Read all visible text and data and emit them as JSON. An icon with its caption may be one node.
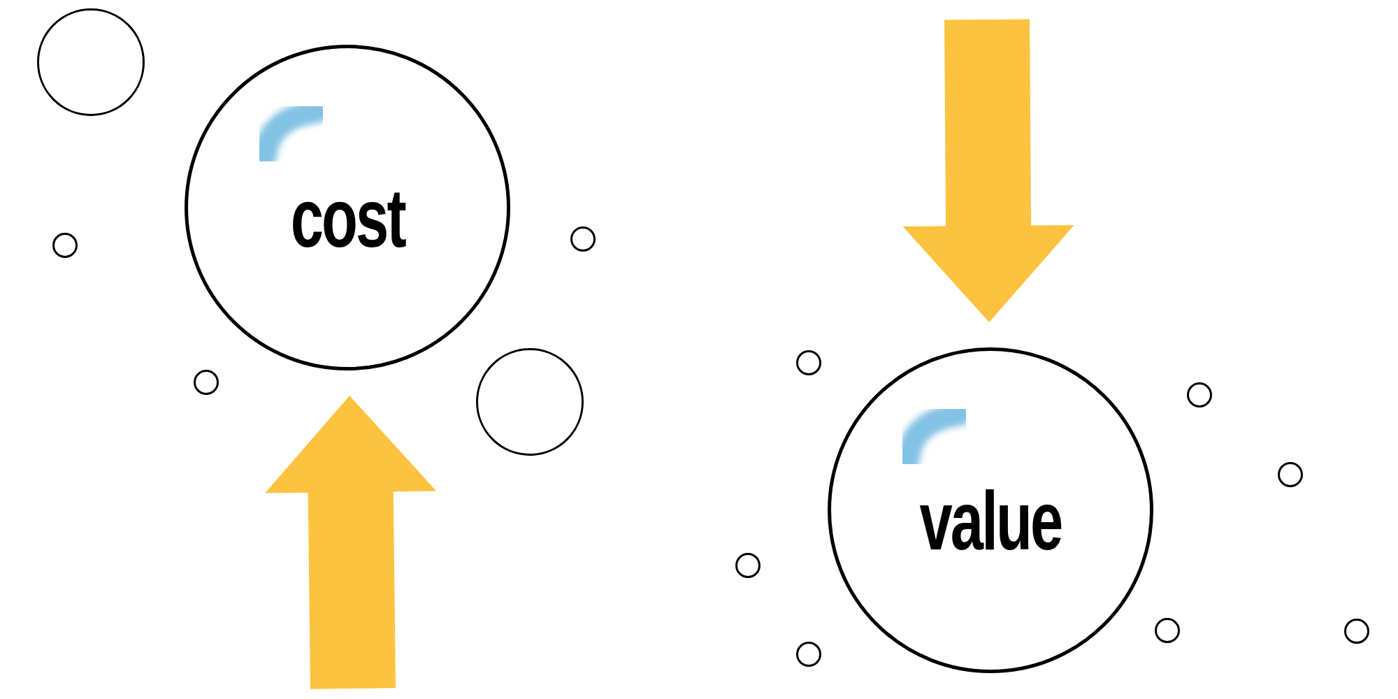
{
  "diagram": {
    "nodes": [
      {
        "text": [
          "cost"
        ]
      },
      {
        "text": [
          "value"
        ]
      },
      {
        "text": [],
        "shape": "circle"
      },
      {
        "text": [],
        "shape": "circle"
      },
      {
        "text": [],
        "shape": "circle"
      },
      {
        "text": [],
        "shape": "circle"
      },
      {
        "text": [],
        "shape": "circle"
      },
      {
        "text": [],
        "shape": "circle"
      },
      {
        "text": [],
        "shape": "circle"
      },
      {
        "text": [],
        "shape": "circle"
      },
      {
        "text": [],
        "shape": "circle"
      },
      {
        "text": [],
        "shape": "circle"
      },
      {
        "text": [],
        "shape": "circle"
      },
      {
        "text": [],
        "shape": "circle"
      }
    ],
    "edges": [
      {
        "from": null,
        "to": 0,
        "arrow": "to"
      },
      {
        "from": null,
        "to": 1,
        "arrow": "to"
      }
    ]
  }
}
